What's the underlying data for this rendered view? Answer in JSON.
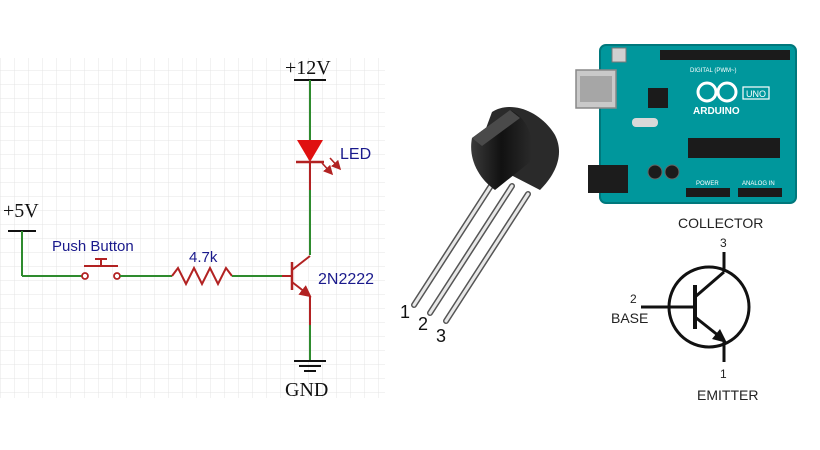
{
  "schematic": {
    "supply_12v": "+12V",
    "supply_5v": "+5V",
    "led_label": "LED",
    "button_label": "Push Button",
    "resistor_label": "4.7k",
    "transistor_label": "2N2222",
    "ground_label": "GND"
  },
  "package": {
    "pin1": "1",
    "pin2": "2",
    "pin3": "3"
  },
  "arduino": {
    "brand": "ARDUINO",
    "model": "UNO",
    "header_text": "DIGITAL (PWM~)",
    "power_text": "POWER",
    "analog_text": "ANALOG IN"
  },
  "pinout": {
    "collector_label": "COLLECTOR",
    "collector_pin": "3",
    "base_label": "BASE",
    "base_pin": "2",
    "emitter_label": "EMITTER",
    "emitter_pin": "1"
  },
  "colors": {
    "wire_green": "#2e8b2e",
    "wire_red": "#b22222",
    "label_blue": "#1a1a8c",
    "board_teal": "#00979c",
    "grid": "#e4e4e4"
  }
}
